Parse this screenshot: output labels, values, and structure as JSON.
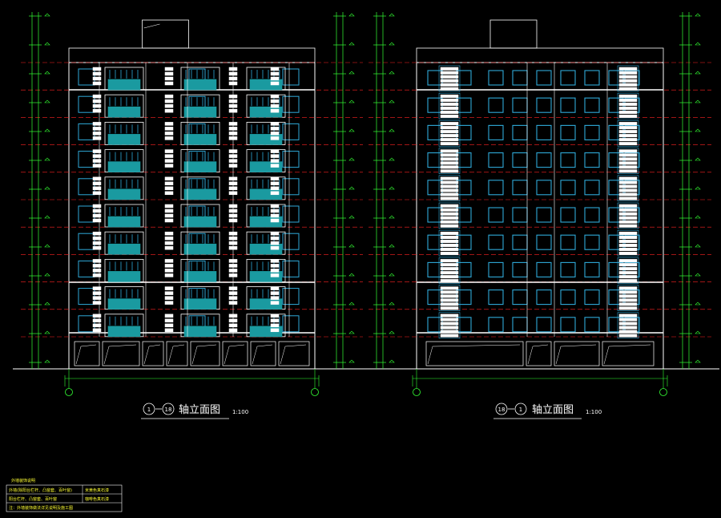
{
  "colors": {
    "background": "#000000",
    "line": "#ffffff",
    "dim": "#33ff33",
    "floor_line": "#ff2222",
    "axis": "#ff3333",
    "window": "#2fa9d8",
    "teal": "#1a9aa0",
    "note": "#ffff33"
  },
  "left_view": {
    "axis_start": "1",
    "axis_end": "18",
    "title": "轴立面图",
    "scale": "1:100"
  },
  "right_view": {
    "axis_start": "18",
    "axis_end": "1",
    "title": "轴立面图",
    "scale": "1:100"
  },
  "notes": {
    "header": "外墙装饰说明",
    "row1_left": "外墙(除阳台栏杆、凸窗套、百叶窗)",
    "row1_right": "米黄色真石漆",
    "row2_left": "阳台栏杆、凸窗套、百叶窗",
    "row2_right": "咖啡色真石漆",
    "footer": "注：外墙装饰做法详见说明及施工图"
  }
}
